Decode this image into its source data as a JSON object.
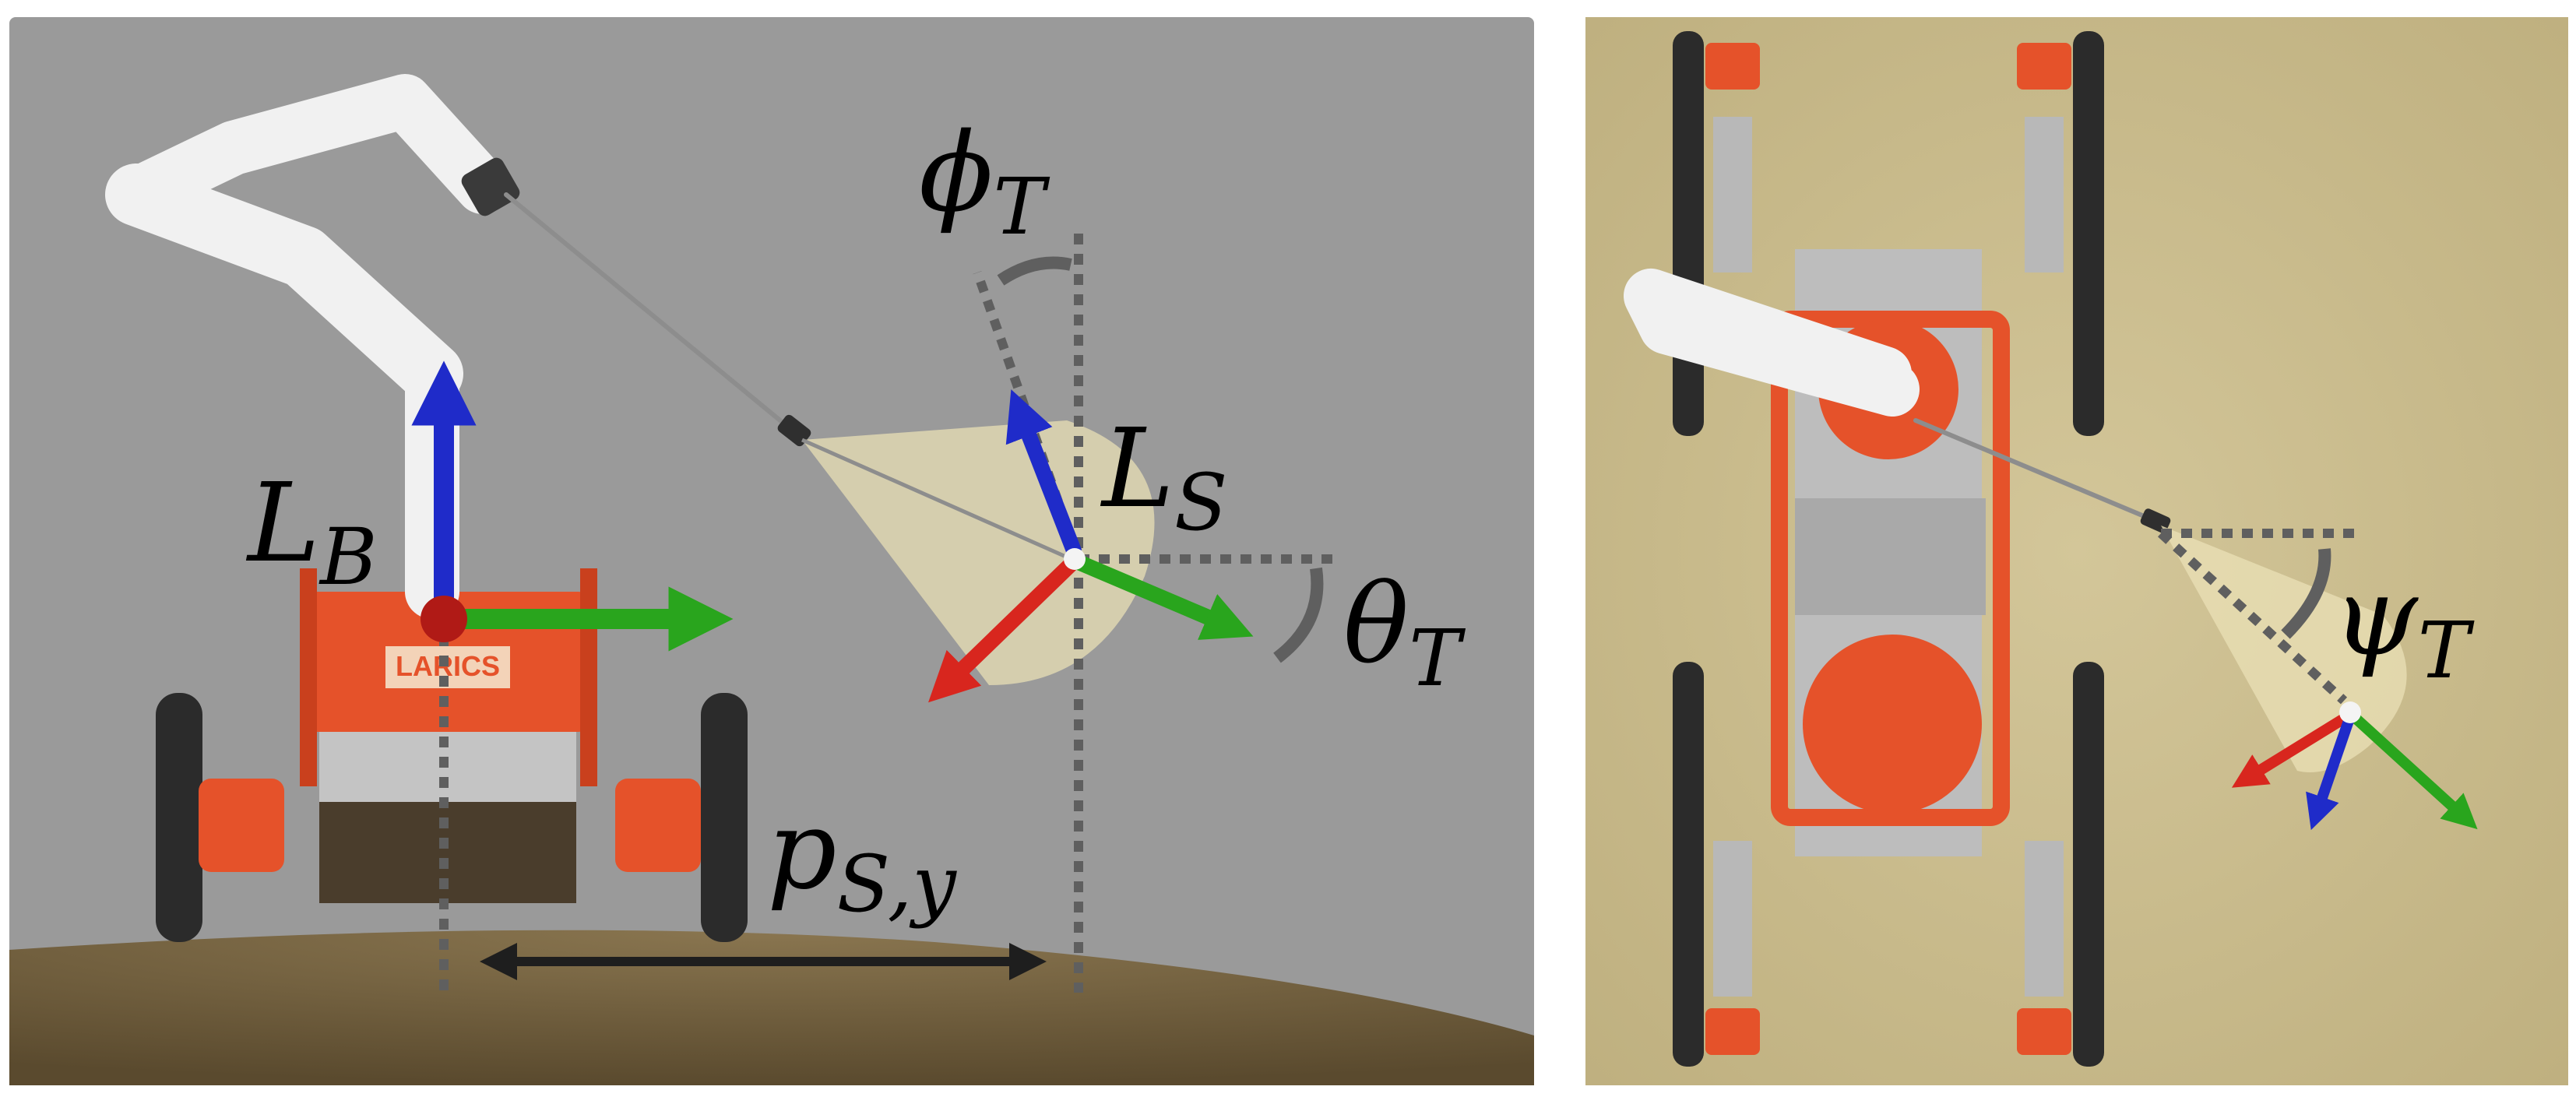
{
  "labels": {
    "base_frame": {
      "main": "L",
      "sub": "B"
    },
    "sensor_frame": {
      "main": "L",
      "sub": "S"
    },
    "phi": {
      "main": "ϕ",
      "sub": "T"
    },
    "theta": {
      "main": "θ",
      "sub": "T"
    },
    "psi": {
      "main": "ψ",
      "sub": "T"
    },
    "distance": {
      "main": "p",
      "sub": "S,y"
    },
    "logo": "LARICS"
  },
  "colors": {
    "left_background": "#9a9a9a",
    "ground": "#6b5a3a",
    "right_background": "#c9bb8e",
    "robot_body": "#e5522a",
    "robot_arm": "#f1f1f1",
    "track": "#2b2b2b",
    "spray_cone": "#e8dfb4",
    "guide_line": "#5f5f5f",
    "axis_x": "#d8261e",
    "axis_y": "#29a51d",
    "axis_z": "#1f2bc9",
    "dimension_arrow": "#1e1e1e"
  }
}
